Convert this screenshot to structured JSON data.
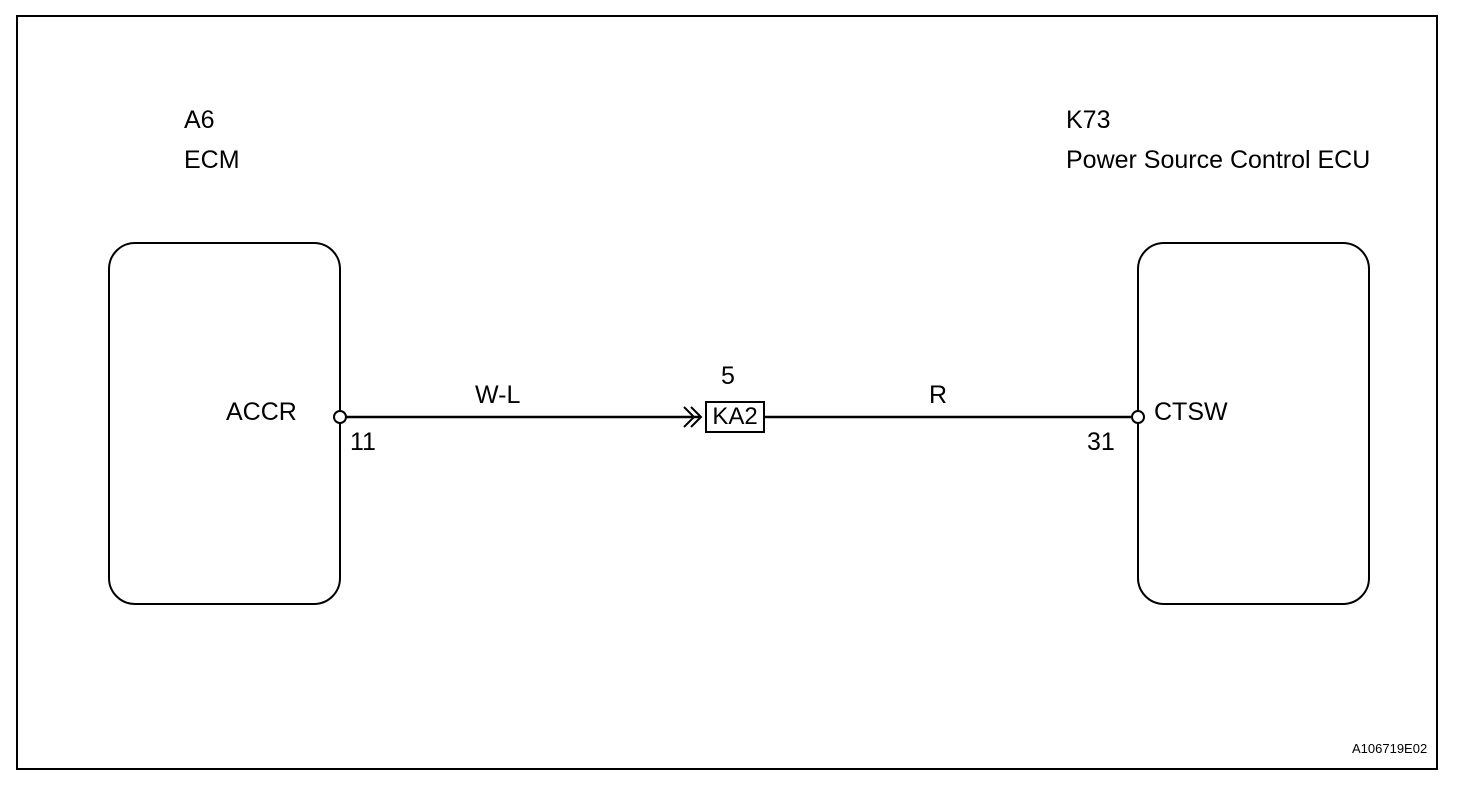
{
  "left_component": {
    "connector_id": "A6",
    "name": "ECM",
    "terminal_name": "ACCR",
    "pin_number": "11"
  },
  "right_component": {
    "connector_id": "K73",
    "name": "Power Source Control ECU",
    "terminal_name": "CTSW",
    "pin_number": "31"
  },
  "junction_connector": {
    "id": "KA2",
    "pin_number": "5"
  },
  "wires": {
    "left_wire_color": "W-L",
    "right_wire_color": "R"
  },
  "figure_code": "A106719E02"
}
